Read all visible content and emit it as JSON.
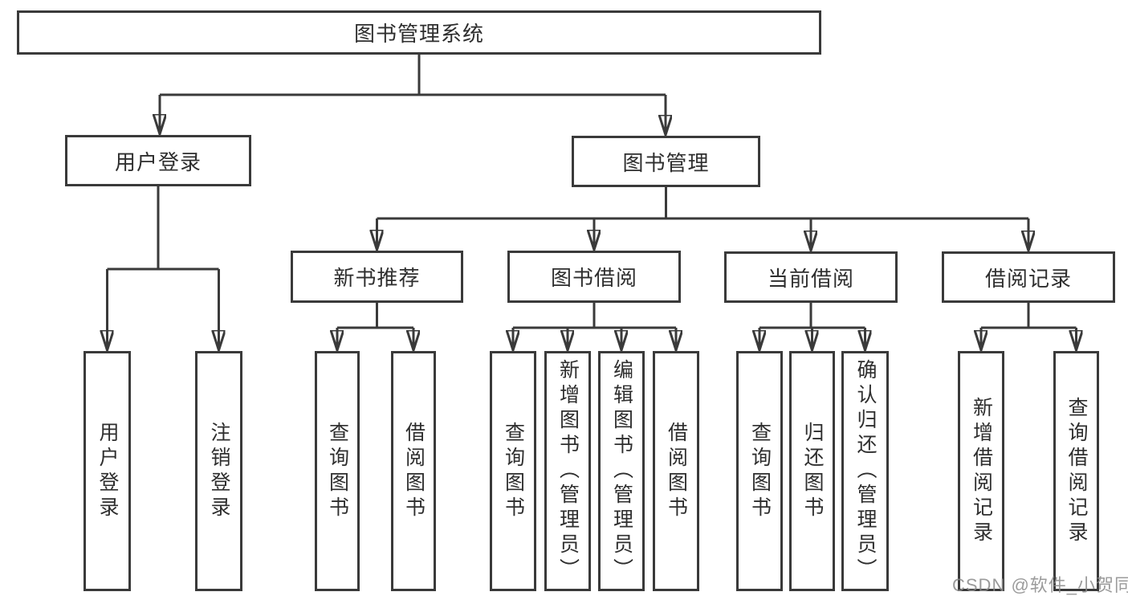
{
  "diagram": {
    "root": {
      "label": "图书管理系统"
    },
    "branches": [
      {
        "label": "用户登录",
        "children": [
          {
            "label": "用户登录"
          },
          {
            "label": "注销登录"
          }
        ]
      },
      {
        "label": "图书管理",
        "children": [
          {
            "label": "新书推荐",
            "children": [
              {
                "label": "查询图书"
              },
              {
                "label": "借阅图书"
              }
            ]
          },
          {
            "label": "图书借阅",
            "children": [
              {
                "label": "查询图书"
              },
              {
                "label": "新增图书（管理员）"
              },
              {
                "label": "编辑图书（管理员）"
              },
              {
                "label": "借阅图书"
              }
            ]
          },
          {
            "label": "当前借阅",
            "children": [
              {
                "label": "查询图书"
              },
              {
                "label": "归还图书"
              },
              {
                "label": "确认归还（管理员）"
              }
            ]
          },
          {
            "label": "借阅记录",
            "children": [
              {
                "label": "新增借阅记录"
              },
              {
                "label": "查询借阅记录"
              }
            ]
          }
        ]
      }
    ]
  },
  "watermark": {
    "text": "CSDN @软件_小贺同学"
  },
  "colors": {
    "line": "#3a3a3a",
    "text": "#2e2e2e",
    "watermark": "#8a8a8a",
    "background": "#ffffff"
  }
}
